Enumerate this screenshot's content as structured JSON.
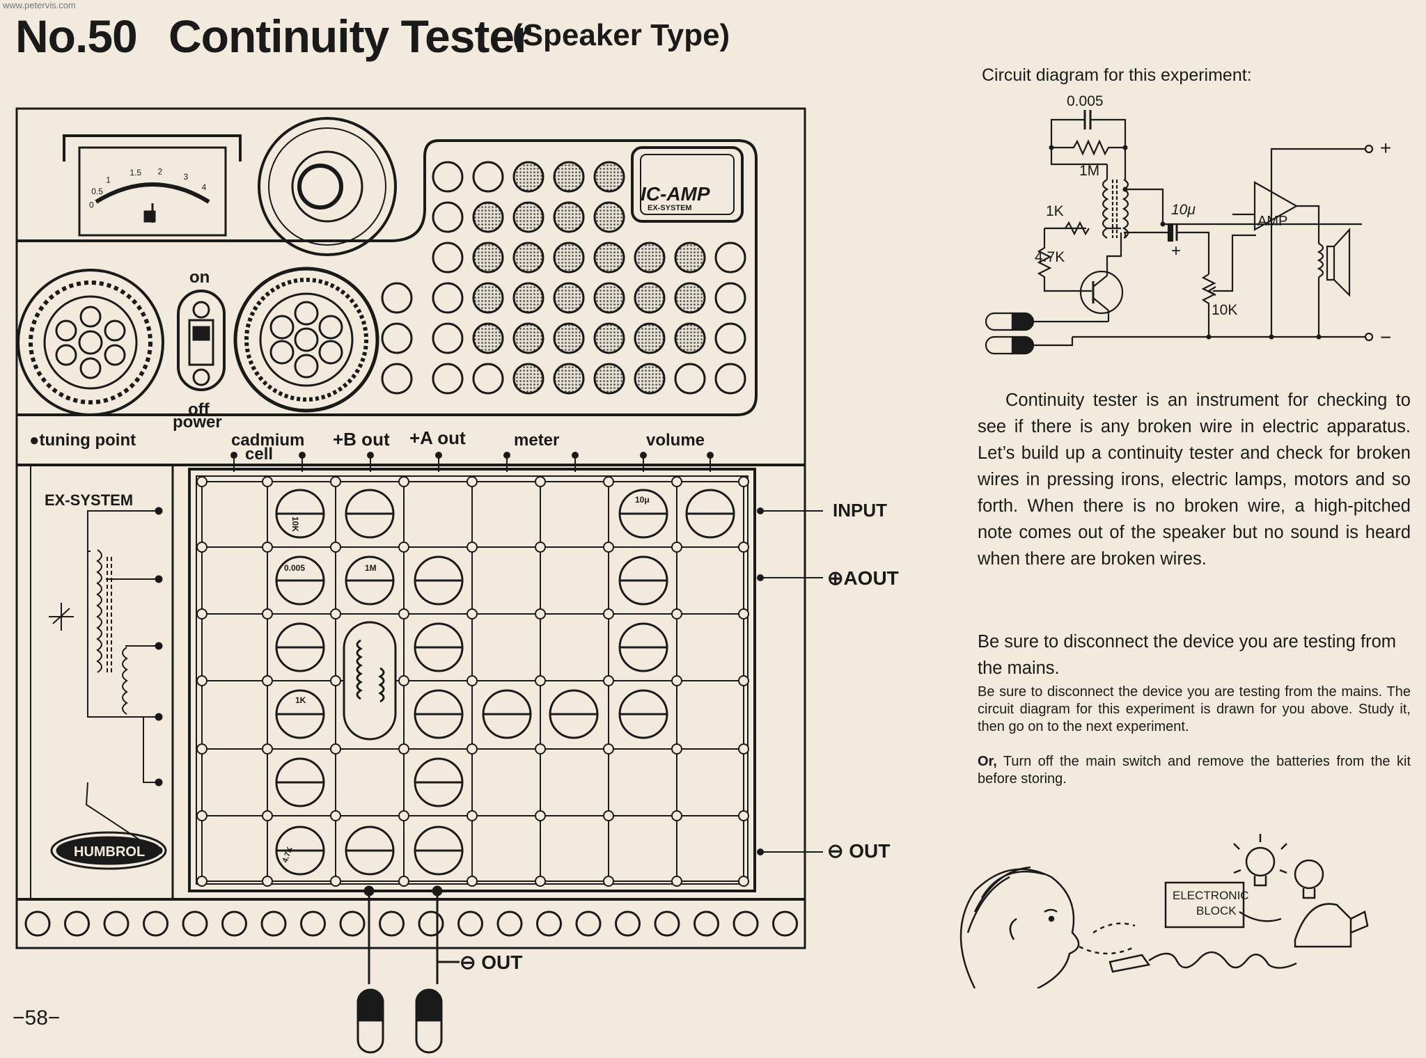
{
  "watermark": "www.petervis.com",
  "title": {
    "number": "No.50",
    "main": "Continuity Tester",
    "sub": "(Speaker Type)"
  },
  "page_number": "−58−",
  "kit": {
    "ic_amp_label": "IC-AMP",
    "ex_system_small": "EX-SYSTEM",
    "ex_system": "EX-SYSTEM",
    "switch_on": "on",
    "switch_off": "off",
    "power": "power",
    "tuning_point": "●tuning point",
    "brand_logo": "HUMBROL",
    "meter_scale": [
      "0",
      "0.5",
      "1",
      "1.5",
      "2",
      "3",
      "4"
    ],
    "top_labels": [
      "cadmium",
      "cell",
      "+B out",
      "+A out",
      "meter",
      "volume"
    ],
    "side_labels": [
      "INPUT",
      "⊕AOUT",
      "⊖ OUT"
    ],
    "bottom_label": "⊖ OUT",
    "block_values": [
      "10K",
      "0.005",
      "1M",
      "1K",
      "4.7K",
      "10μ"
    ]
  },
  "circuit": {
    "caption": "Circuit diagram for this experiment:",
    "labels": {
      "cap": "0.005",
      "r1m": "1M",
      "r1k": "1K",
      "r47k": "4.7K",
      "c10u": "10μ",
      "plus_small": "+",
      "amp": "AMP",
      "r10k": "10K",
      "plus": "+",
      "minus": "−"
    }
  },
  "text": {
    "description": "Continuity tester is an instrument for checking to see if there is any broken wire in electric apparatus. Let’s build up a continuity tester and check for broken wires in pressing irons, electric lamps, motors and so forth. When there is no broken wire, a high-pitched note comes out of the speaker but no sound is heard when there are broken wires.",
    "warning_large": "Be sure to disconnect the device you are testing from the mains.",
    "warning_small": "Be sure to disconnect the device you are testing from the mains. The circuit diagram for this experiment is drawn for you above. Study it, then go on to the next experiment.",
    "or_label": "Or,",
    "or_text": " Turn off the main switch and remove the batteries from the kit before storing."
  },
  "cartoon": {
    "block_label_1": "ELECTRONIC",
    "block_label_2": "BLOCK"
  }
}
